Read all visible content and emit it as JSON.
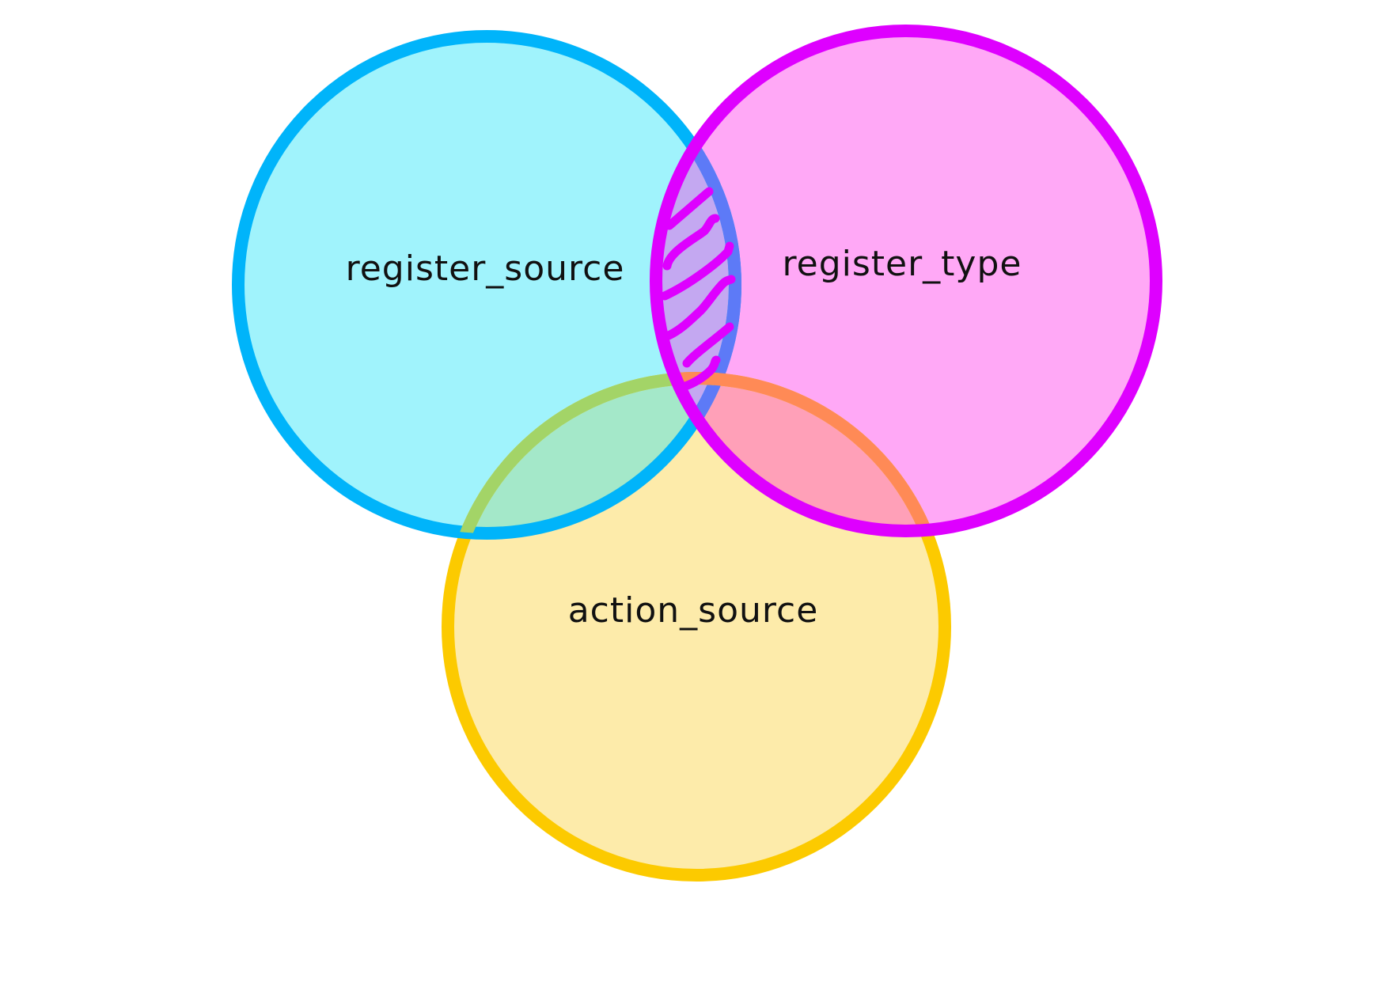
{
  "colors": {
    "background": "#ffffff",
    "register_source_fill": "#a0f3fc",
    "register_source_stroke": "#00b4fa",
    "register_type_fill": "#ffa8f6",
    "register_type_stroke": "#de00ff",
    "action_source_fill": "#fdebaa",
    "action_source_stroke": "#fcca00",
    "source_action_overlap_fill": "#a4e8c9",
    "type_action_overlap_fill": "#ffa0b8",
    "hatch_region_fill": "#c4a8f1",
    "hatch_stroke": "#de00ff",
    "label_text": "#111111"
  },
  "diagram": {
    "type": "venn",
    "sets": [
      {
        "id": "register_source",
        "label": "register_source"
      },
      {
        "id": "register_type",
        "label": "register_type"
      },
      {
        "id": "action_source",
        "label": "action_source"
      }
    ],
    "highlighted_intersection": [
      "register_source",
      "register_type"
    ],
    "highlight_style": "hatched"
  }
}
